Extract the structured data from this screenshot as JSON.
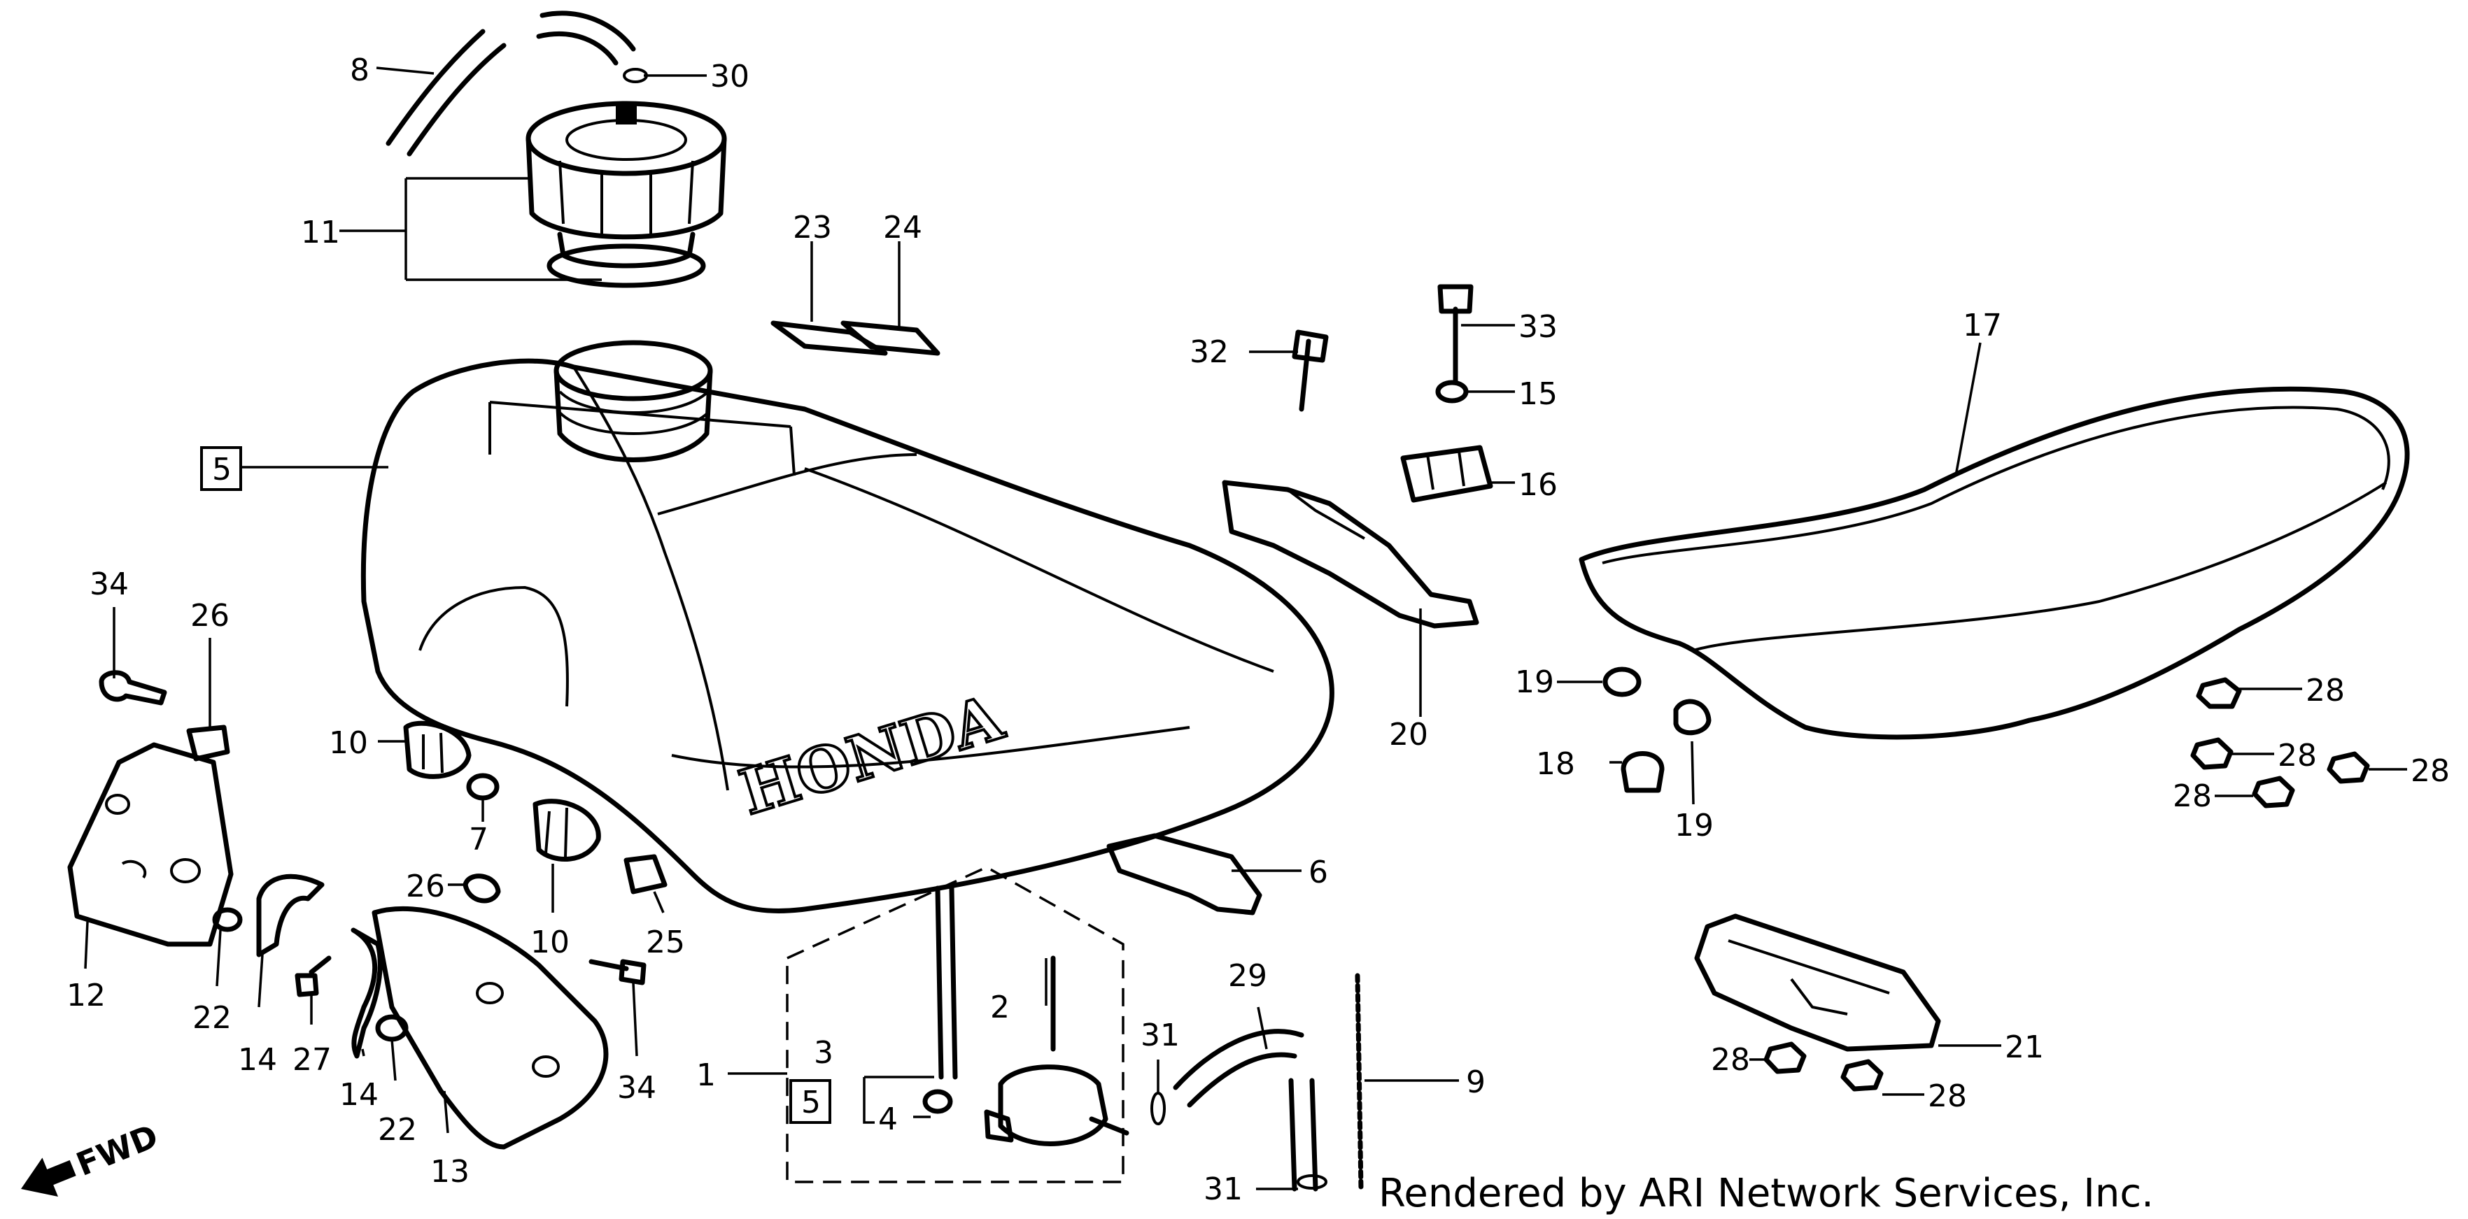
{
  "diagram": {
    "brand_mark": "HONDA",
    "direction_label": "FWD",
    "credit": "Rendered by ARI Network Services, Inc.",
    "callouts": [
      {
        "id": "c1",
        "text": "1",
        "boxed": false
      },
      {
        "id": "c2",
        "text": "2",
        "boxed": false
      },
      {
        "id": "c3",
        "text": "3",
        "boxed": false
      },
      {
        "id": "c4",
        "text": "4",
        "boxed": false
      },
      {
        "id": "c5a",
        "text": "5",
        "boxed": true
      },
      {
        "id": "c5b",
        "text": "5",
        "boxed": true
      },
      {
        "id": "c6",
        "text": "6",
        "boxed": false
      },
      {
        "id": "c7",
        "text": "7",
        "boxed": false
      },
      {
        "id": "c8",
        "text": "8",
        "boxed": false
      },
      {
        "id": "c9",
        "text": "9",
        "boxed": false
      },
      {
        "id": "c10a",
        "text": "10",
        "boxed": false
      },
      {
        "id": "c10b",
        "text": "10",
        "boxed": false
      },
      {
        "id": "c11",
        "text": "11",
        "boxed": false
      },
      {
        "id": "c12",
        "text": "12",
        "boxed": false
      },
      {
        "id": "c13",
        "text": "13",
        "boxed": false
      },
      {
        "id": "c14a",
        "text": "14",
        "boxed": false
      },
      {
        "id": "c14b",
        "text": "14",
        "boxed": false
      },
      {
        "id": "c15",
        "text": "15",
        "boxed": false
      },
      {
        "id": "c16",
        "text": "16",
        "boxed": false
      },
      {
        "id": "c17",
        "text": "17",
        "boxed": false
      },
      {
        "id": "c18",
        "text": "18",
        "boxed": false
      },
      {
        "id": "c19a",
        "text": "19",
        "boxed": false
      },
      {
        "id": "c19b",
        "text": "19",
        "boxed": false
      },
      {
        "id": "c20",
        "text": "20",
        "boxed": false
      },
      {
        "id": "c21",
        "text": "21",
        "boxed": false
      },
      {
        "id": "c22a",
        "text": "22",
        "boxed": false
      },
      {
        "id": "c22b",
        "text": "22",
        "boxed": false
      },
      {
        "id": "c23",
        "text": "23",
        "boxed": false
      },
      {
        "id": "c24",
        "text": "24",
        "boxed": false
      },
      {
        "id": "c25",
        "text": "25",
        "boxed": false
      },
      {
        "id": "c26a",
        "text": "26",
        "boxed": false
      },
      {
        "id": "c26b",
        "text": "26",
        "boxed": false
      },
      {
        "id": "c27",
        "text": "27",
        "boxed": false
      },
      {
        "id": "c28a",
        "text": "28",
        "boxed": false
      },
      {
        "id": "c28b",
        "text": "28",
        "boxed": false
      },
      {
        "id": "c28c",
        "text": "28",
        "boxed": false
      },
      {
        "id": "c28d",
        "text": "28",
        "boxed": false
      },
      {
        "id": "c28e",
        "text": "28",
        "boxed": false
      },
      {
        "id": "c28f",
        "text": "28",
        "boxed": false
      },
      {
        "id": "c29",
        "text": "29",
        "boxed": false
      },
      {
        "id": "c30",
        "text": "30",
        "boxed": false
      },
      {
        "id": "c31a",
        "text": "31",
        "boxed": false
      },
      {
        "id": "c31b",
        "text": "31",
        "boxed": false
      },
      {
        "id": "c32",
        "text": "32",
        "boxed": false
      },
      {
        "id": "c33",
        "text": "33",
        "boxed": false
      },
      {
        "id": "c34a",
        "text": "34",
        "boxed": false
      },
      {
        "id": "c34b",
        "text": "34",
        "boxed": false
      }
    ]
  }
}
